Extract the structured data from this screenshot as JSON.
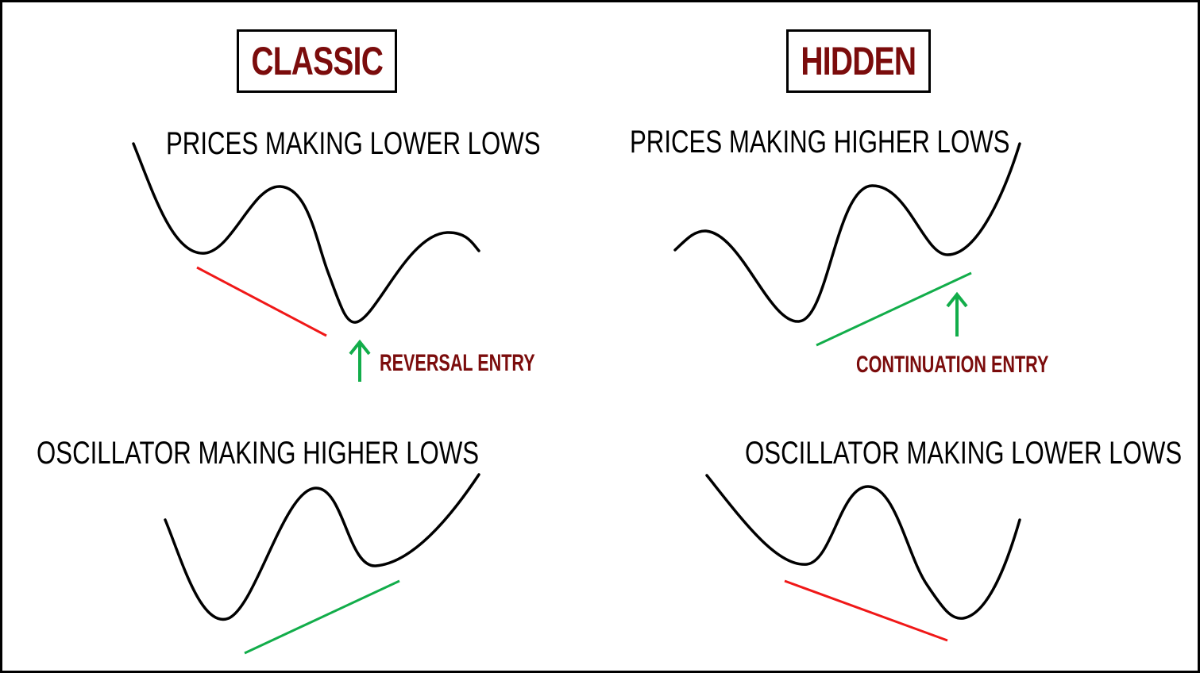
{
  "colors": {
    "title_text": "#7b0c0c",
    "label_text": "#7b0c0c",
    "curve": "#000000",
    "bearish_trendline": "#f01818",
    "bullish_trendline": "#12ad4a",
    "arrow": "#12ad4a"
  },
  "classic": {
    "title": "CLASSIC",
    "price_heading": "PRICES MAKING LOWER LOWS",
    "entry_label": "REVERSAL ENTRY",
    "oscillator_heading": "OSCILLATOR MAKING HIGHER LOWS"
  },
  "hidden": {
    "title": "HIDDEN",
    "price_heading": "PRICES MAKING HIGHER LOWS",
    "entry_label": "CONTINUATION ENTRY",
    "oscillator_heading": "OSCILLATOR MAKING LOWER LOWS"
  },
  "icons": {
    "entry_arrow": "arrow-up-icon"
  }
}
